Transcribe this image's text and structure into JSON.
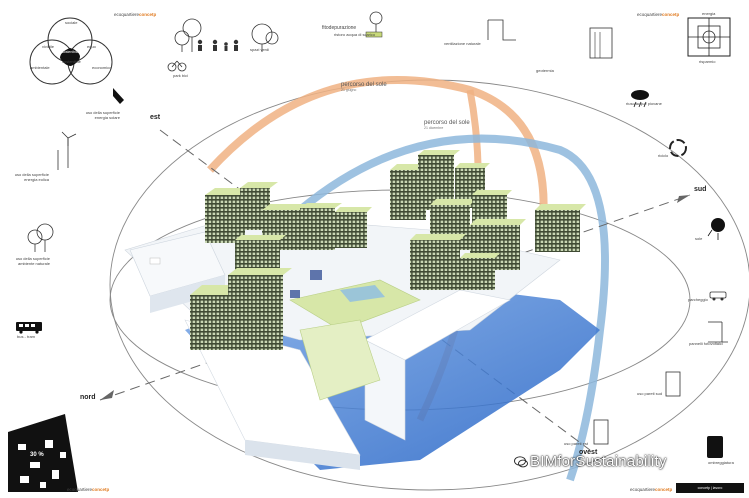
{
  "header": {
    "brand_prefix": "ecoquartiere",
    "brand_word": "concetp"
  },
  "venn": {
    "circles": [
      "sociale",
      "ambientale",
      "economico"
    ],
    "overlaps": [
      "equo",
      "vivibile",
      "sostenibile"
    ],
    "center": "sostenibilità"
  },
  "top_icons": {
    "park": "park bici",
    "people": "spazi verdi",
    "fitodepurazione_title": "fitodepurazione",
    "fitodepurazione_sub": "ristoro acqua di scarico"
  },
  "right_icons": {
    "ventilation": "ventilazione naturale",
    "geothermal": "geotermia",
    "energy_title": "energia",
    "energy_sub": "risparmio",
    "rain": "riuso acque piovane",
    "recycle": "riciclo",
    "sun": "sole",
    "parking": "parcheggio",
    "facade": "pannelli fotovoltaici",
    "vertical_green": "uso pareti sud",
    "brise": "uso pareti est",
    "shading": "ombreggiatura"
  },
  "left_icons": {
    "surface_solar": "uso della superficie energia solare",
    "wind": "uso della superficie energia eolica",
    "green_surface": "uso della superficie ambiente naturale",
    "bus": "bus - tram"
  },
  "directions": {
    "est": "est",
    "sud": "sud",
    "nord": "nord",
    "ovest": "ovest"
  },
  "sun_paths": [
    {
      "label": "percorso del sole",
      "sub": "21 giugno"
    },
    {
      "label": "percorso del sole",
      "sub": "21 dicembre"
    }
  ],
  "plan": {
    "percent": "30 %"
  },
  "footer": {
    "watermark": "BIMforSustainability",
    "box_text": "concetp | lavoro"
  },
  "colors": {
    "summer_path": "#f0b183",
    "winter_path": "#8db7dc",
    "accent": "#e07a1f",
    "shadow": "#3d7ad0",
    "green_roof": "#d7e7a8"
  }
}
